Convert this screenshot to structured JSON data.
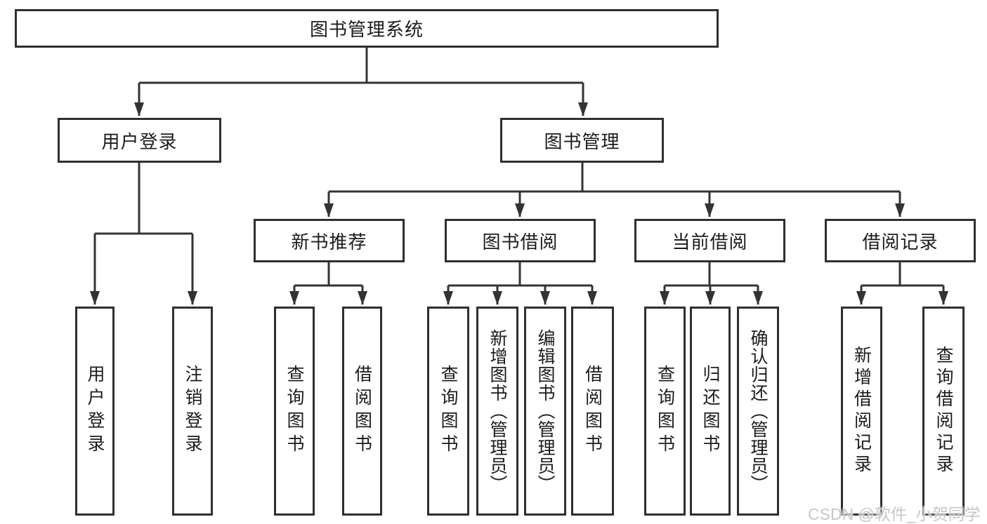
{
  "tree": {
    "root": {
      "label": "图书管理系统"
    },
    "branches": [
      {
        "label": "用户登录",
        "children": [
          {
            "label": "用户登录"
          },
          {
            "label": "注销登录"
          }
        ]
      },
      {
        "label": "图书管理",
        "children": [
          {
            "label": "新书推荐",
            "children": [
              {
                "label": "查询图书"
              },
              {
                "label": "借阅图书"
              }
            ]
          },
          {
            "label": "图书借阅",
            "children": [
              {
                "label": "查询图书"
              },
              {
                "label": "新增图书（管理员）"
              },
              {
                "label": "编辑图书（管理员）"
              },
              {
                "label": "借阅图书"
              }
            ]
          },
          {
            "label": "当前借阅",
            "children": [
              {
                "label": "查询图书"
              },
              {
                "label": "归还图书"
              },
              {
                "label": "确认归还（管理员）"
              }
            ]
          },
          {
            "label": "借阅记录",
            "children": [
              {
                "label": "新增借阅记录"
              },
              {
                "label": "查询借阅记录"
              }
            ]
          }
        ]
      }
    ]
  },
  "watermark": {
    "text": "CSDN @软件_小贺同学",
    "color": "#c7c7c7"
  },
  "colors": {
    "line": "#333333",
    "box_border": "#2f2f2f",
    "text": "#1c1c1c",
    "background": "#ffffff"
  }
}
